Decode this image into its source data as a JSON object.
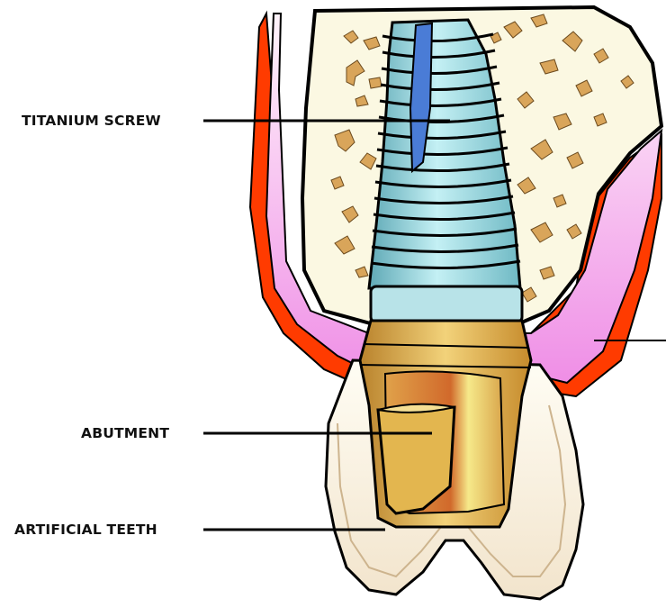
{
  "labels": {
    "titanium_screw": "TITANIUM SCREW",
    "abutment": "ABUTMENT",
    "artificial_teeth": "ARTIFICIAL TEETH"
  },
  "colors": {
    "bone": "#fbf8e2",
    "bone_speckle": "#d9a55a",
    "gum_pink": "#f3b6ef",
    "gum_red": "#ff3b00",
    "screw": "#8fdce6",
    "screw_dark": "#4a7cd6",
    "abutment_gold": "#d8aa45",
    "crown": "#fbf4e4",
    "outline": "#000000"
  }
}
